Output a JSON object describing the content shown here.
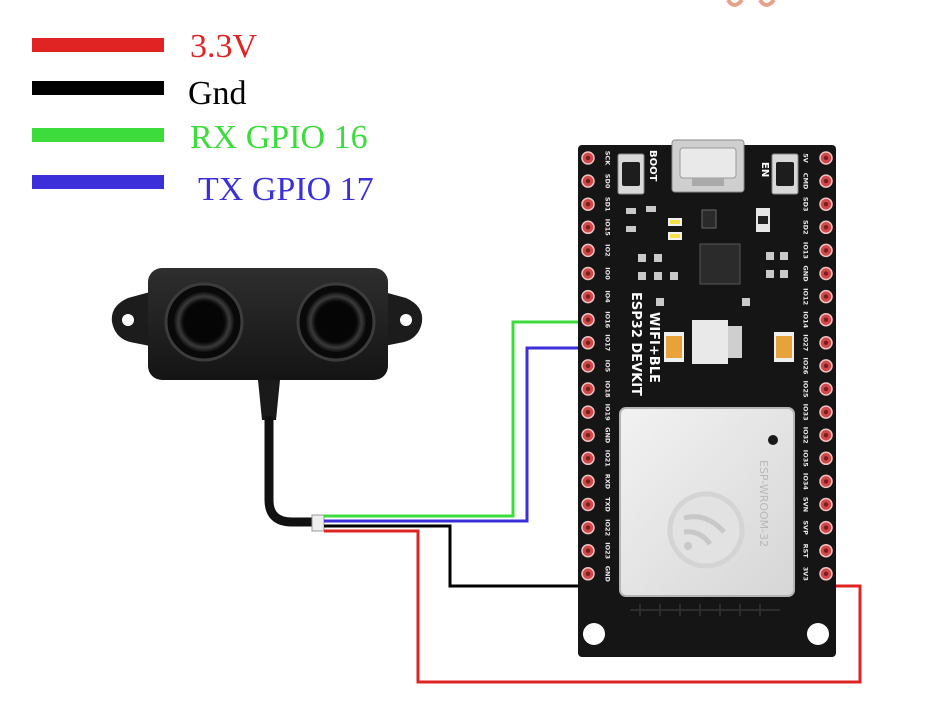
{
  "legend": [
    {
      "label": "3.3V",
      "color": "#e02424"
    },
    {
      "label": "Gnd",
      "color": "#000000"
    },
    {
      "label": "RX GPIO 16",
      "color": "#3ddc3d"
    },
    {
      "label": "TX GPIO 17",
      "color": "#3a2fd8"
    }
  ],
  "board": {
    "title": "ESP32 DEVKIT",
    "subtitle": "WIFI+BLE",
    "boot_label": "BOOT",
    "en_label": "EN",
    "module_text": "ESP-WROOM-32",
    "left_pins": [
      "SCK",
      "SD0",
      "SD1",
      "IO15",
      "IO2",
      "IO0",
      "IO4",
      "IO16",
      "IO17",
      "IO5",
      "IO18",
      "IO19",
      "GND",
      "IO21",
      "RXD",
      "TXD",
      "IO22",
      "IO23",
      "GND"
    ],
    "right_pins": [
      "5V",
      "CMD",
      "SD3",
      "SD2",
      "IO13",
      "GND",
      "IO12",
      "IO14",
      "IO27",
      "IO26",
      "IO25",
      "IO33",
      "IO32",
      "IO35",
      "IO34",
      "SVN",
      "SVP",
      "RST",
      "3V3"
    ]
  },
  "wire_colors": {
    "vcc": "#e02424",
    "gnd": "#000000",
    "rx": "#3ddc3d",
    "tx": "#3a2fd8"
  },
  "board_color": "#151515",
  "pad_color": "#d04848"
}
